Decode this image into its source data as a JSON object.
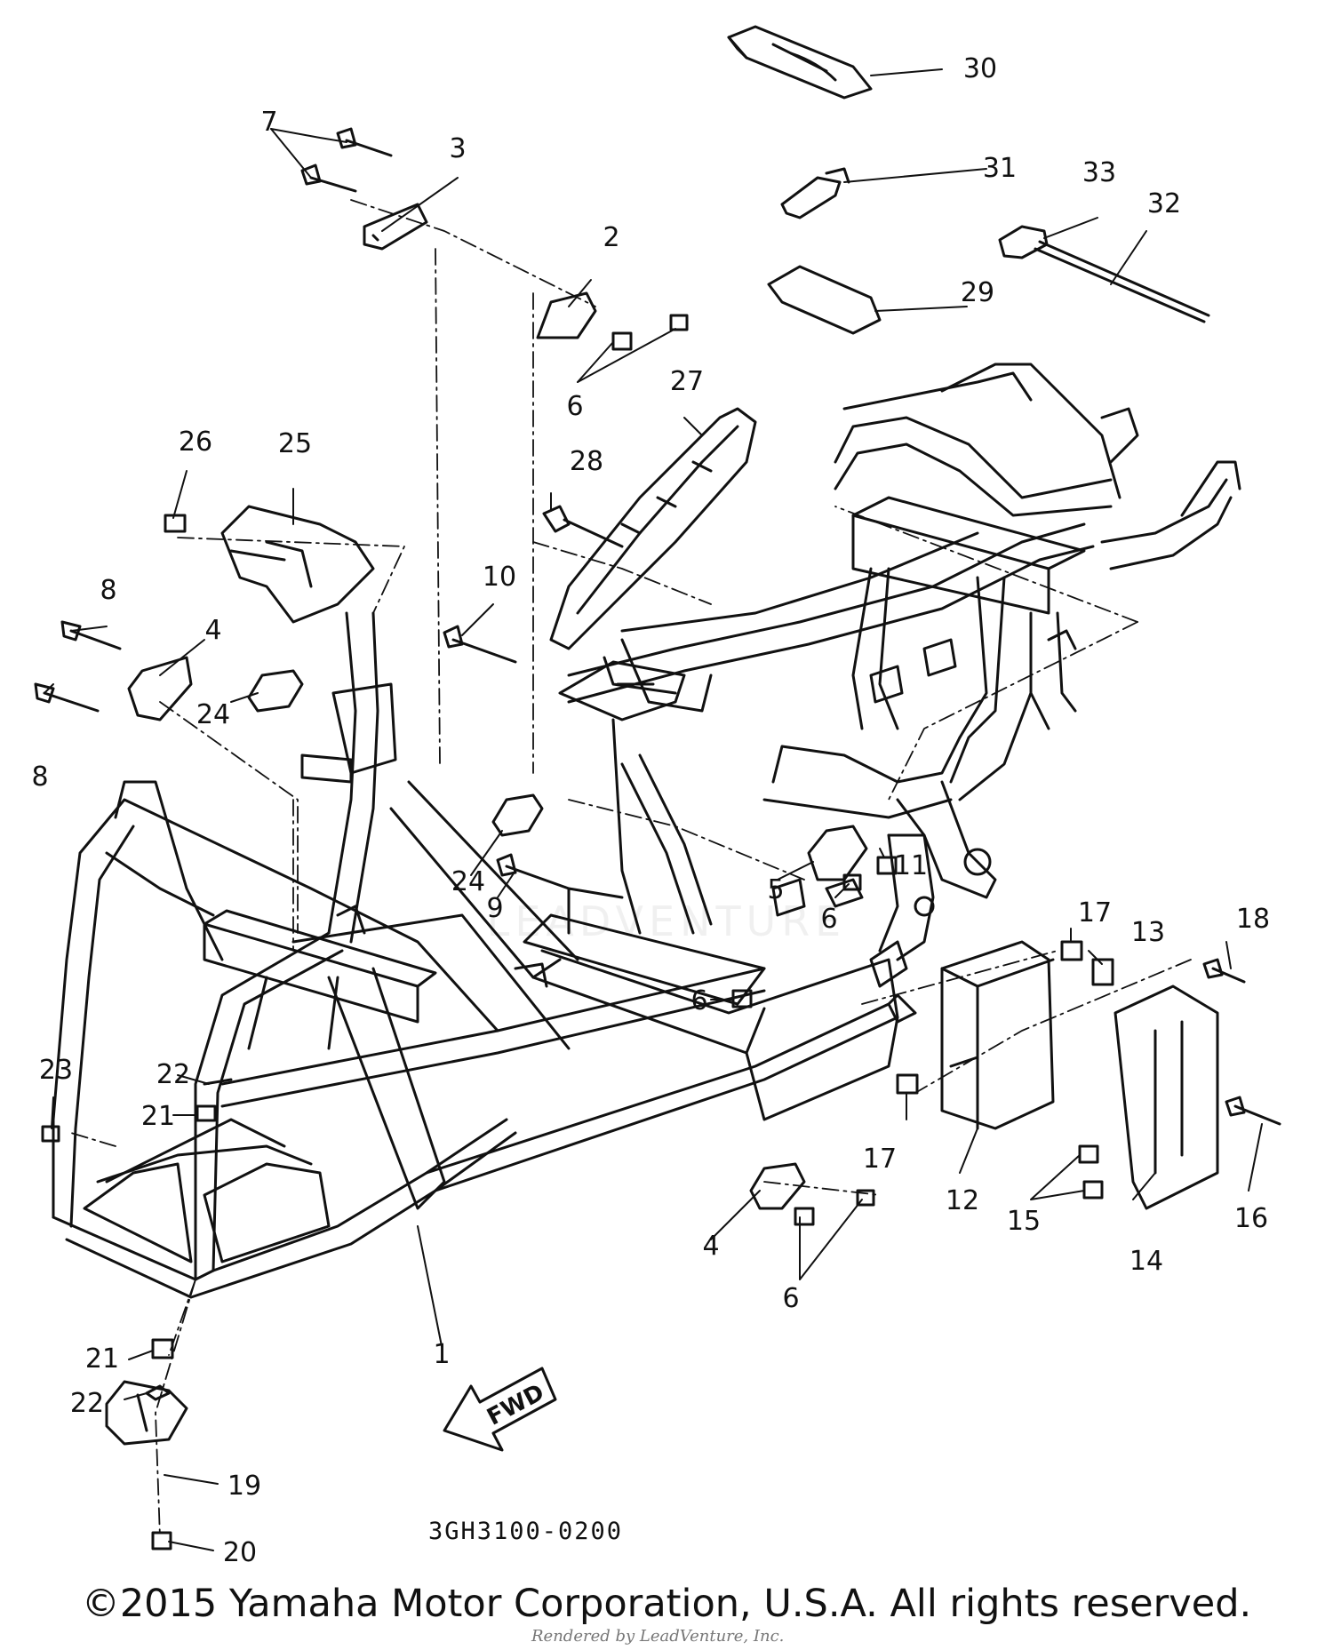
{
  "diagram": {
    "part_code": "3GH3100-0200",
    "copyright": "©2015 Yamaha Motor Corporation, U.S.A. All rights reserved.",
    "rendered_by": "Rendered by LeadVenture, Inc.",
    "watermark": "LEADVENTURE",
    "fwd": "FWD",
    "callouts": [
      "1",
      "2",
      "3",
      "4",
      "4",
      "5",
      "6",
      "6",
      "6",
      "6",
      "7",
      "8",
      "8",
      "9",
      "10",
      "11",
      "12",
      "13",
      "14",
      "15",
      "16",
      "17",
      "17",
      "18",
      "19",
      "20",
      "21",
      "21",
      "22",
      "22",
      "23",
      "24",
      "24",
      "25",
      "26",
      "27",
      "28",
      "29",
      "30",
      "31",
      "32",
      "33"
    ]
  },
  "colors": {
    "ink": "#111111",
    "paper": "#ffffff"
  }
}
